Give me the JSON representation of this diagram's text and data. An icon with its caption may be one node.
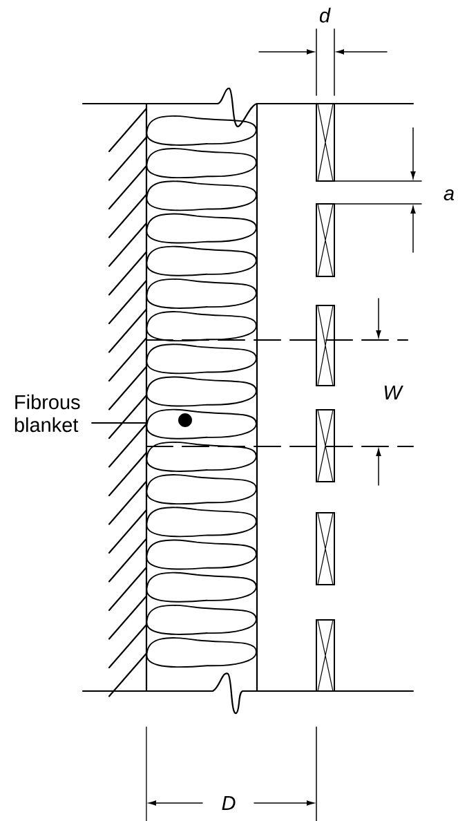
{
  "diagram": {
    "nodes": [
      {
        "text": [
          "Fibrous blanket"
        ]
      },
      {
        "text": [],
        "shape": "picture"
      }
    ],
    "edges": [
      {
        "from": 0,
        "to": 1,
        "arrow": "none"
      }
    ],
    "labels": [
      "d",
      "a",
      "W",
      "D"
    ]
  }
}
